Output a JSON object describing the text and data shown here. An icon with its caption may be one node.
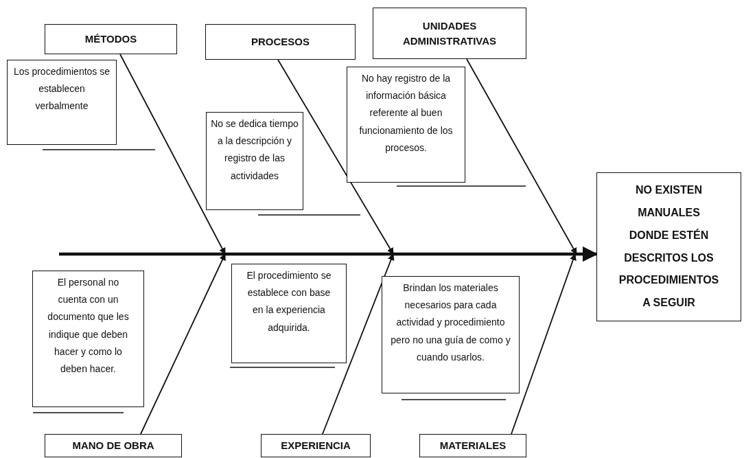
{
  "diagram": {
    "nodes": [
      {
        "text": [
          "MÉTODOS"
        ]
      },
      {
        "text": [
          "PROCESOS"
        ]
      },
      {
        "text": [
          "UNIDADES ADMINISTRATIVAS"
        ]
      },
      {
        "text": [
          "Los procedimientos se establecen verbalmente"
        ]
      },
      {
        "text": [
          "No se dedica tiempo a la descripción y registro de las actividades"
        ]
      },
      {
        "text": [
          "No hay registro de la información básica referente al buen funcionamiento de los procesos."
        ]
      },
      {
        "text": [
          "NO EXISTEN MANUALES DONDE ESTÉN DESCRITOS LOS PROCEDIMIENTOS A SEGUIR"
        ]
      },
      {
        "text": [
          "El personal no cuenta con un documento que les indique que deben hacer y como lo deben hacer."
        ]
      },
      {
        "text": [
          "El procedimiento se establece con base en la experiencia adquirida."
        ]
      },
      {
        "text": [
          "Brindan los materiales necesarios para cada actividad y procedimiento pero no una guía de como y cuando usarlos."
        ]
      },
      {
        "text": [
          "MANO DE OBRA"
        ]
      },
      {
        "text": [
          "EXPERIENCIA"
        ]
      },
      {
        "text": [
          "MATERIALES"
        ]
      }
    ],
    "edges": [
      {
        "from": null,
        "to": 6,
        "arrow": "to",
        "style": "thick"
      },
      {
        "from": 0,
        "to": 6,
        "arrow": "to"
      },
      {
        "from": 1,
        "to": 6,
        "arrow": "to"
      },
      {
        "from": 2,
        "to": 6,
        "arrow": "to"
      },
      {
        "from": 10,
        "to": 6,
        "arrow": "to"
      },
      {
        "from": 11,
        "to": 6,
        "arrow": "to"
      },
      {
        "from": 12,
        "to": 6,
        "arrow": "to"
      }
    ]
  }
}
